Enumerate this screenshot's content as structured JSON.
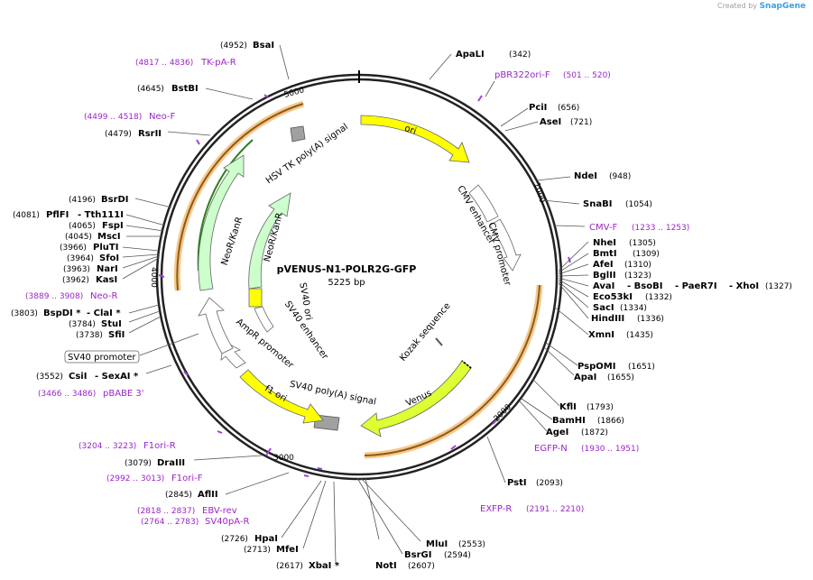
{
  "brand": {
    "prefix": "Created by",
    "name": "SnapGene"
  },
  "plasmid": {
    "name": "pVENUS-N1-POLR2G-GFP",
    "length_label": "5225 bp",
    "length": 5225
  },
  "ticks": [
    {
      "label": "1000"
    },
    {
      "label": "2000"
    },
    {
      "label": "3000"
    },
    {
      "label": "4000"
    },
    {
      "label": "5000"
    }
  ],
  "features": [
    {
      "label": "ori",
      "color": "#ffff00"
    },
    {
      "label": "CMV enhancer",
      "color": "#ffffff"
    },
    {
      "label": "CMV promoter",
      "color": "#ffffff"
    },
    {
      "label": "Kozak sequence",
      "color": "#ffffff"
    },
    {
      "label": "Venus",
      "color": "#ddff33"
    },
    {
      "label": "SV40 poly(A) signal",
      "color": "#999999"
    },
    {
      "label": "f1 ori",
      "color": "#ffff00"
    },
    {
      "label": "AmpR promoter",
      "color": "#ffffff"
    },
    {
      "label": "SV40 enhancer",
      "color": "#ffffff"
    },
    {
      "label": "SV40 ori",
      "color": "#ffff00"
    },
    {
      "label": "NeoR/KanR",
      "color": "#ccffcc"
    },
    {
      "label": "NeoR/KanR",
      "color": "#ccffcc"
    },
    {
      "label": "HSV TK poly(A) signal",
      "color": "#999999"
    }
  ],
  "sites_right": [
    {
      "name": "ApaLI",
      "pos": "(342)"
    },
    {
      "name": "PciI",
      "pos": "(656)"
    },
    {
      "name": "AseI",
      "pos": "(721)"
    },
    {
      "name": "NdeI",
      "pos": "(948)"
    },
    {
      "name": "SnaBI",
      "pos": "(1054)"
    },
    {
      "name": "NheI",
      "pos": "(1305)"
    },
    {
      "name": "BmtI",
      "pos": "(1309)"
    },
    {
      "name": "AfeI",
      "pos": "(1310)"
    },
    {
      "name": "BglII",
      "pos": "(1323)"
    },
    {
      "name": "AvaI",
      "pos": ""
    },
    {
      "name": "- BsoBI",
      "pos": ""
    },
    {
      "name": "- PaeR7I",
      "pos": ""
    },
    {
      "name": "- XhoI",
      "pos": "(1327)"
    },
    {
      "name": "Eco53kI",
      "pos": "(1332)"
    },
    {
      "name": "SacI",
      "pos": "(1334)"
    },
    {
      "name": "HindIII",
      "pos": "(1336)"
    },
    {
      "name": "XmnI",
      "pos": "(1435)"
    },
    {
      "name": "PspOMI",
      "pos": "(1651)"
    },
    {
      "name": "ApaI",
      "pos": "(1655)"
    },
    {
      "name": "KflI",
      "pos": "(1793)"
    },
    {
      "name": "BamHI",
      "pos": "(1866)"
    },
    {
      "name": "AgeI",
      "pos": "(1872)"
    },
    {
      "name": "PstI",
      "pos": "(2093)"
    },
    {
      "name": "MluI",
      "pos": "(2553)"
    },
    {
      "name": "BsrGI",
      "pos": "(2594)"
    },
    {
      "name": "NotI",
      "pos": "(2607)"
    }
  ],
  "sites_left": [
    {
      "name": "BsaI",
      "pos": "(4952)"
    },
    {
      "name": "BstBI",
      "pos": "(4645)"
    },
    {
      "name": "RsrII",
      "pos": "(4479)"
    },
    {
      "name": "BsrDI",
      "pos": "(4196)"
    },
    {
      "name": "PflFI",
      "pos": "(4081)"
    },
    {
      "name": "- Tth111I",
      "pos": ""
    },
    {
      "name": "FspI",
      "pos": "(4065)"
    },
    {
      "name": "MscI",
      "pos": "(4045)"
    },
    {
      "name": "PluTI",
      "pos": "(3966)"
    },
    {
      "name": "SfoI",
      "pos": "(3964)"
    },
    {
      "name": "NarI",
      "pos": "(3963)"
    },
    {
      "name": "KasI",
      "pos": "(3962)"
    },
    {
      "name": "BspDI *",
      "pos": "(3803)"
    },
    {
      "name": "- ClaI *",
      "pos": ""
    },
    {
      "name": "StuI",
      "pos": "(3784)"
    },
    {
      "name": "SfiI",
      "pos": "(3738)"
    },
    {
      "name": "SV40 promoter",
      "pos": ""
    },
    {
      "name": "CsiI",
      "pos": "(3552)"
    },
    {
      "name": "- SexAI *",
      "pos": ""
    },
    {
      "name": "DraIII",
      "pos": "(3079)"
    },
    {
      "name": "AflII",
      "pos": "(2845)"
    },
    {
      "name": "HpaI",
      "pos": "(2726)"
    },
    {
      "name": "MfeI",
      "pos": "(2713)"
    },
    {
      "name": "XbaI *",
      "pos": "(2617)"
    }
  ],
  "primers": [
    {
      "name": "pBR322ori-F",
      "range": "(501 .. 520)"
    },
    {
      "name": "CMV-F",
      "range": "(1233 .. 1253)"
    },
    {
      "name": "EGFP-N",
      "range": "(1930 .. 1951)"
    },
    {
      "name": "EXFP-R",
      "range": "(2191 .. 2210)"
    },
    {
      "name": "EBV-rev",
      "range": "(2818 .. 2837)"
    },
    {
      "name": "SV40pA-R",
      "range": "(2764 .. 2783)"
    },
    {
      "name": "F1ori-F",
      "range": "(2992 .. 3013)"
    },
    {
      "name": "F1ori-R",
      "range": "(3204 .. 3223)"
    },
    {
      "name": "pBABE 3'",
      "range": "(3466 .. 3486)"
    },
    {
      "name": "Neo-R",
      "range": "(3889 .. 3908)"
    },
    {
      "name": "Neo-F",
      "range": "(4499 .. 4518)"
    },
    {
      "name": "TK-pA-R",
      "range": "(4817 .. 4836)"
    }
  ]
}
